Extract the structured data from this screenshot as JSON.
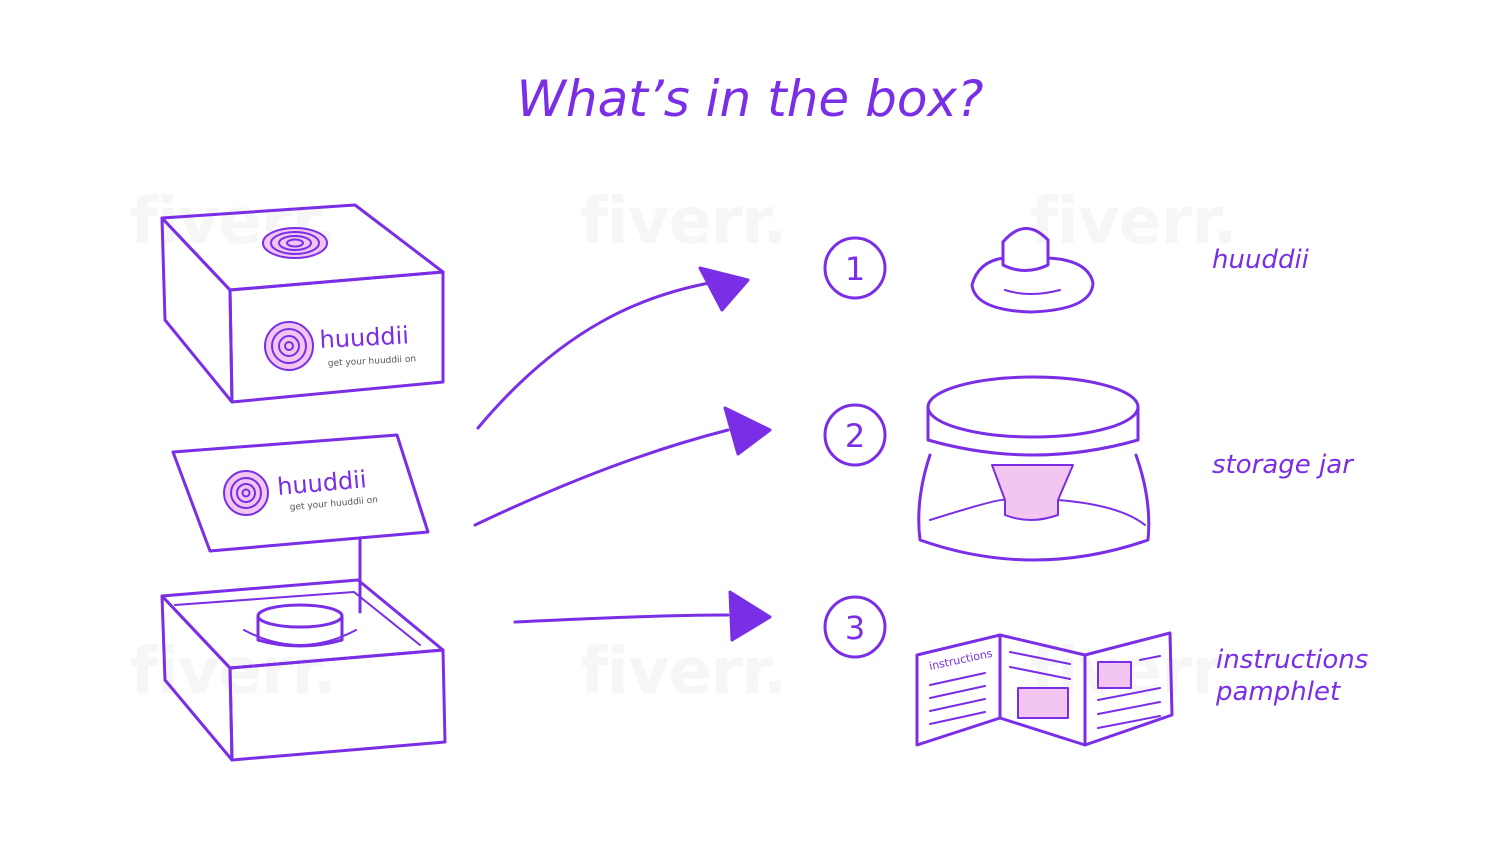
{
  "title": "What’s in the box?",
  "brand": {
    "name": "huuddii",
    "tagline": "get your huuddii on"
  },
  "items": [
    {
      "number": "1",
      "label": "huuddii"
    },
    {
      "number": "2",
      "label": "storage jar"
    },
    {
      "number": "3",
      "label": "instructions pamphlet",
      "label_line1": "instructions",
      "label_line2": "pamphlet"
    }
  ],
  "pamphlet_cover_text": "instructions",
  "watermark_text": "fiverr.",
  "colors": {
    "accent": "#7a2ee6",
    "fill_pink": "#f3c6f2"
  }
}
